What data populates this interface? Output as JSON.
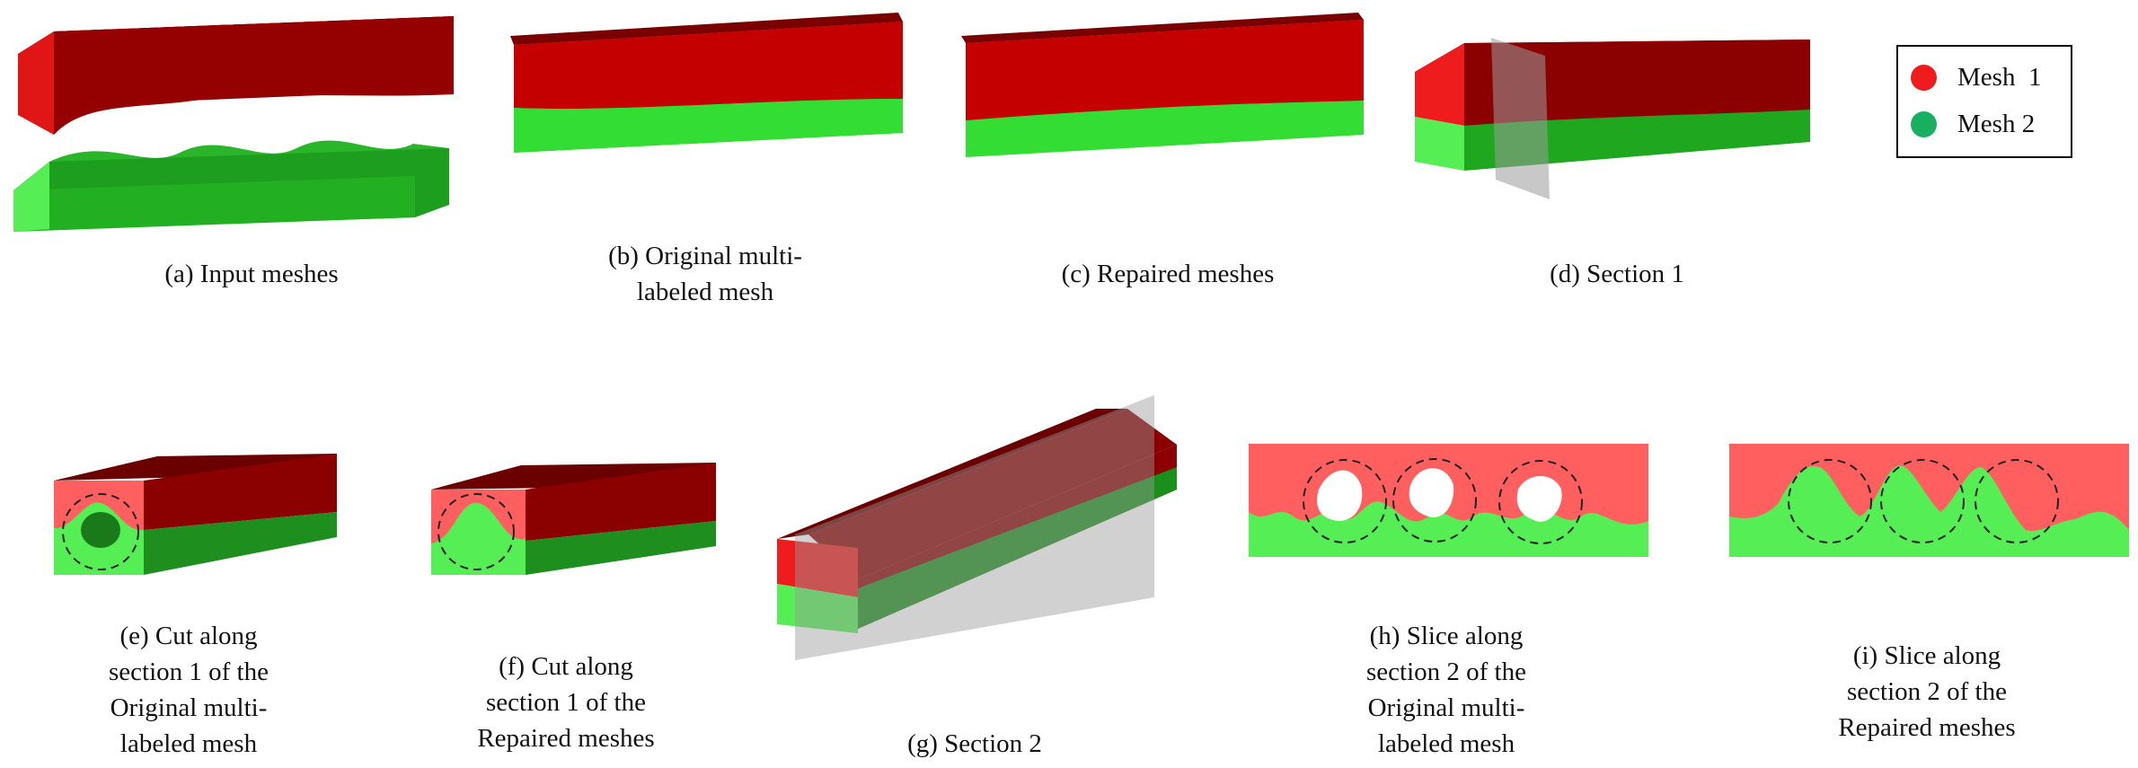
{
  "colors": {
    "mesh1_top": "#8b0000",
    "mesh1_side": "#b00000",
    "mesh1_front": "#ee1c1c",
    "mesh2_top": "#1fa81f",
    "mesh2_side": "#22bb22",
    "mesh2_front": "#55ee55",
    "slice_red": "#ff5f5f",
    "slice_green": "#55ee55",
    "section_plane": "#9a9a9a"
  },
  "legend": {
    "items": [
      {
        "label": "Mesh  1",
        "color": "#ee1c1c"
      },
      {
        "label": "Mesh 2",
        "color": "#18b060"
      }
    ]
  },
  "captions": {
    "a": [
      "(a) Input meshes"
    ],
    "b": [
      "(b) Original multi-",
      "labeled mesh"
    ],
    "c": [
      "(c) Repaired meshes"
    ],
    "d": [
      "(d) Section 1"
    ],
    "e": [
      "(e) Cut along",
      "section 1 of the",
      "Original multi-",
      "labeled mesh"
    ],
    "f": [
      "(f) Cut along",
      "section 1 of the",
      "Repaired meshes"
    ],
    "g": [
      "(g) Section 2"
    ],
    "h": [
      "(h) Slice along",
      "section 2 of the",
      "Original multi-",
      "labeled mesh"
    ],
    "i": [
      "(i) Slice along",
      "section 2 of the",
      "Repaired meshes"
    ]
  }
}
